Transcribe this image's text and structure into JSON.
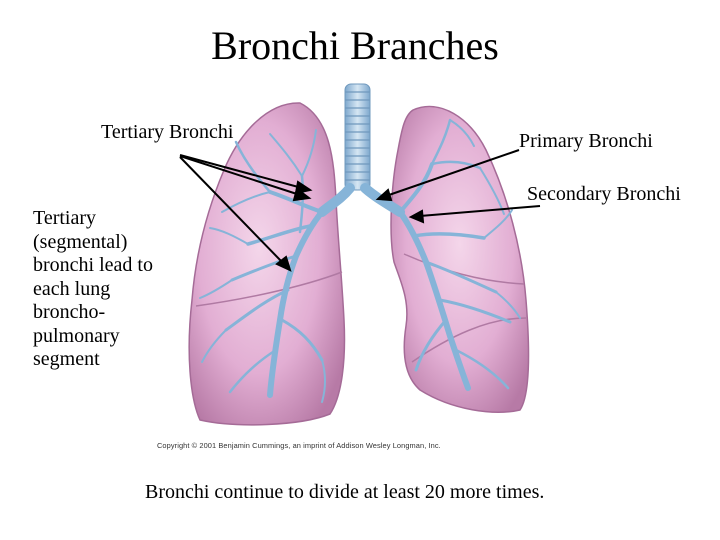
{
  "title": "Bronchi Branches",
  "labels": {
    "tertiary_bronchi": "Tertiary Bronchi",
    "primary_bronchi": "Primary Bronchi",
    "secondary_bronchi": "Secondary Bronchi"
  },
  "side_note": "Tertiary (segmental) bronchi lead to each lung broncho-pulmonary segment",
  "copyright": "Copyright © 2001 Benjamin Cummings, an imprint of Addison Wesley Longman, Inc.",
  "caption": "Bronchi continue to divide at least 20 more times.",
  "colors": {
    "lung": "#e6b3d6",
    "lung_dark": "#b77aa6",
    "bronchi": "#7fb0d6",
    "trachea": "#a9c9e4"
  }
}
